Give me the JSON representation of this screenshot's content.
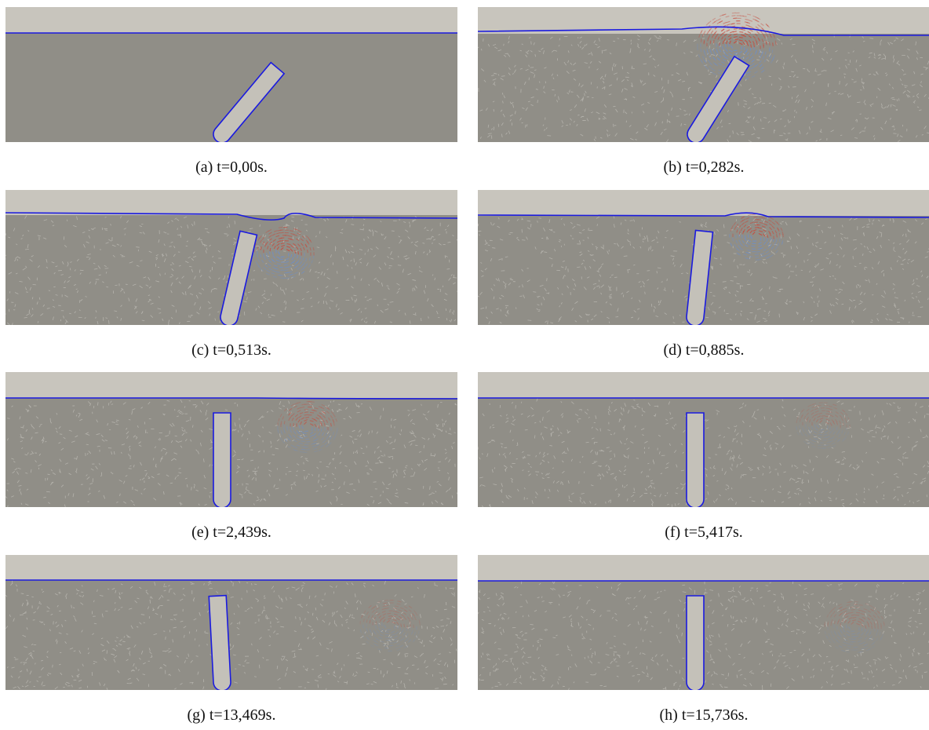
{
  "figure": {
    "colors": {
      "air": "#c8c5bd",
      "water": "#908e87",
      "body_fill": "#c4c1b9",
      "outline": "#1a1adf",
      "vortex_warm": "#c84a3c",
      "vortex_cool": "#6f8fc6",
      "noise": "#d2d0ca"
    },
    "panels": [
      {
        "caption": "(a) t=0,00s.",
        "tilt_deg": 40,
        "vortex": "none",
        "surface_wave": "flat"
      },
      {
        "caption": "(b) t=0,282s.",
        "tilt_deg": 32,
        "vortex": "strong",
        "surface_wave": "bump"
      },
      {
        "caption": "(c) t=0,513s.",
        "tilt_deg": 13,
        "vortex": "strong",
        "surface_wave": "crest"
      },
      {
        "caption": "(d) t=0,885s.",
        "tilt_deg": 6,
        "vortex": "strong",
        "surface_wave": "small"
      },
      {
        "caption": "(e) t=2,439s.",
        "tilt_deg": 0,
        "vortex": "medium",
        "surface_wave": "ripple"
      },
      {
        "caption": "(f) t=5,417s.",
        "tilt_deg": 0,
        "vortex": "weak",
        "surface_wave": "flat"
      },
      {
        "caption": "(g) t=13,469s.",
        "tilt_deg": -3,
        "vortex": "weak",
        "surface_wave": "flat"
      },
      {
        "caption": "(h) t=15,736s.",
        "tilt_deg": 0,
        "vortex": "weak",
        "surface_wave": "flat"
      }
    ]
  }
}
